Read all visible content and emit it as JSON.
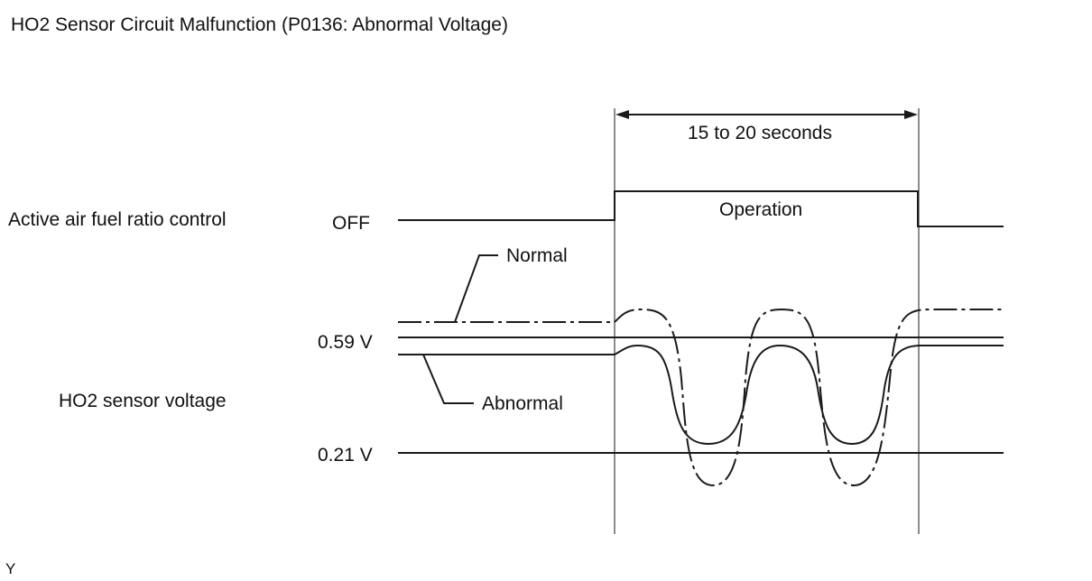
{
  "title": "HO2 Sensor Circuit Malfunction (P0136: Abnormal Voltage)",
  "labels": {
    "active_control": "Active air fuel ratio control",
    "ho2_voltage": "HO2 sensor voltage",
    "off": "OFF",
    "v_high": "0.59 V",
    "v_low": "0.21 V",
    "normal": "Normal",
    "abnormal": "Abnormal",
    "operation": "Operation",
    "duration": "15 to 20 seconds"
  },
  "figure_id": "Y",
  "colors": {
    "line": "#1a1a1a",
    "guide": "#8c8c8c"
  }
}
